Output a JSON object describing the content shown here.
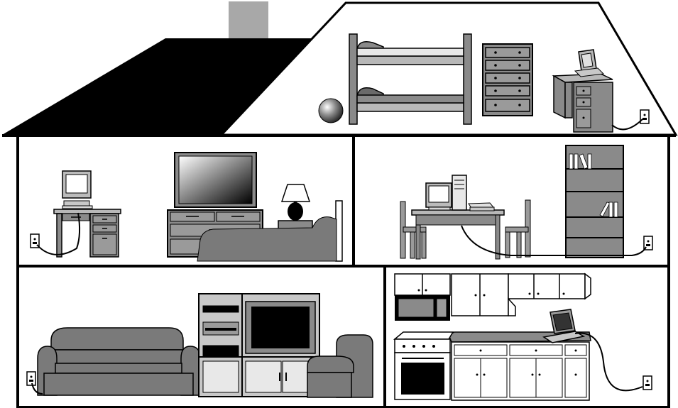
{
  "colors": {
    "background": "#ffffff",
    "outline": "#000000",
    "roof": "#000000",
    "chimney": "#a8a8a8",
    "furniture_dark": "#7a7a7a",
    "furniture_mid": "#9a9a9a",
    "furniture_light": "#c8c8c8",
    "screen": "#000000"
  },
  "rooms": [
    {
      "id": "attic-bedroom",
      "items": [
        "bunk-bed",
        "ball",
        "dresser",
        "desk",
        "computer",
        "wall-outlet",
        "network-cable"
      ]
    },
    {
      "id": "upper-left-room",
      "items": [
        "desk",
        "computer",
        "wall-outlet",
        "network-cable",
        "television",
        "tv-cabinet",
        "table-lamp",
        "bed"
      ]
    },
    {
      "id": "upper-right-office",
      "items": [
        "desk",
        "chair",
        "chair",
        "computer",
        "printer",
        "bookshelf",
        "wall-outlet",
        "network-cable"
      ]
    },
    {
      "id": "living-room",
      "items": [
        "sofa",
        "entertainment-center",
        "television",
        "armchair",
        "wall-outlet",
        "network-cable"
      ]
    },
    {
      "id": "kitchen",
      "items": [
        "upper-cabinets",
        "microwave",
        "stove",
        "oven",
        "base-cabinets",
        "countertop",
        "laptop",
        "wall-outlet",
        "network-cable"
      ]
    }
  ],
  "icons": {
    "outlet": "wall-outlet-icon",
    "computer": "desktop-computer-icon",
    "laptop": "laptop-icon",
    "printer": "printer-icon"
  }
}
